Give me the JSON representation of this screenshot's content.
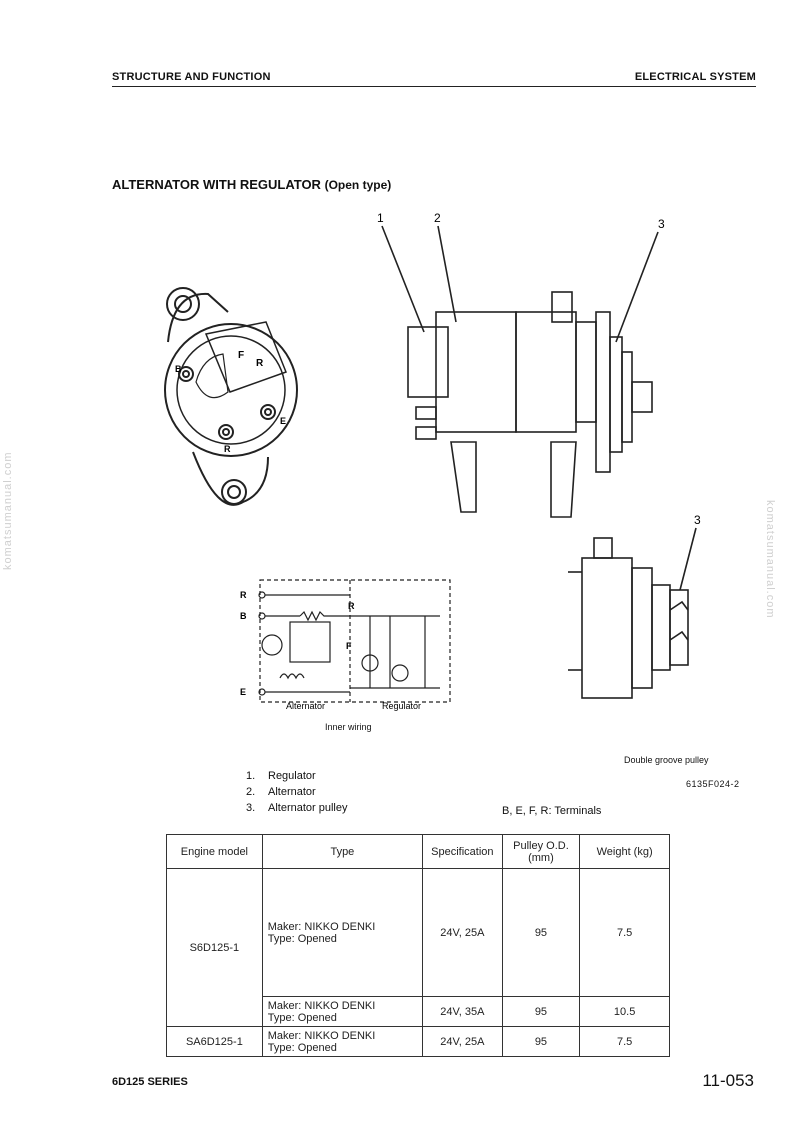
{
  "header": {
    "left": "STRUCTURE AND FUNCTION",
    "right": "ELECTRICAL SYSTEM"
  },
  "section_title": {
    "main": "ALTERNATOR WITH REGULATOR",
    "sub": "(Open type)"
  },
  "callouts": {
    "c1": "1",
    "c2": "2",
    "c3": "3",
    "c3b": "3"
  },
  "rear_view_labels": {
    "b": "B",
    "r": "R",
    "e": "E",
    "f": "F",
    "r2": "R"
  },
  "wiring": {
    "terminal_r": "R",
    "terminal_b": "B",
    "terminal_e": "E",
    "node_r": "R",
    "node_f": "F",
    "alternator_label": "Alternator",
    "regulator_label": "Regulator",
    "caption": "Inner wiring"
  },
  "pulley_caption": "Double groove pulley",
  "figure_code": "6135F024-2",
  "legend": [
    {
      "num": "1.",
      "text": "Regulator"
    },
    {
      "num": "2.",
      "text": "Alternator"
    },
    {
      "num": "3.",
      "text": "Alternator pulley"
    }
  ],
  "terminals_note": "B, E, F, R:  Terminals",
  "table": {
    "headers": [
      "Engine model",
      "Type",
      "Specification",
      "Pulley O.D.",
      "(mm)",
      "Weight (kg)"
    ],
    "rows": [
      {
        "model": "S6D125-1",
        "maker": "Maker:  NIKKO DENKI",
        "type": "Type:    Opened",
        "spec": "24V, 25A",
        "pulley": "95",
        "weight": "7.5"
      },
      {
        "maker": "Maker:  NIKKO DENKI",
        "type": "Type:    Opened",
        "spec": "24V, 35A",
        "pulley": "95",
        "weight": "10.5"
      },
      {
        "model": "SA6D125-1",
        "maker": "Maker:  NIKKO DENKI",
        "type": "Type:    Opened",
        "spec": "24V, 25A",
        "pulley": "95",
        "weight": "7.5"
      }
    ]
  },
  "watermark": "komatsumanual.com",
  "footer": {
    "series": "6D125 SERIES",
    "page": "11-053"
  }
}
